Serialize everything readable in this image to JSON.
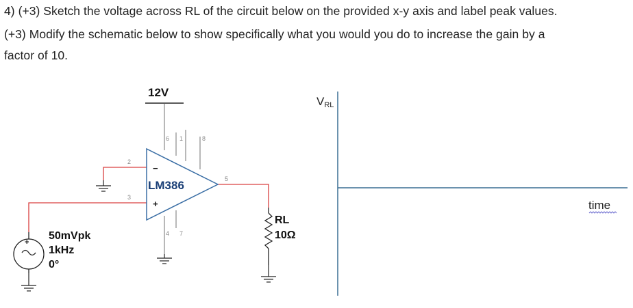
{
  "question": {
    "line1": "4) (+3) Sketch the voltage across RL of the circuit below on the provided x-y axis and label peak values.",
    "line2": "(+3) Modify the schematic below to show specifically what you would you do to increase the gain by a",
    "line3": "factor of 10."
  },
  "schematic": {
    "supply_label": "12V",
    "amp_label": "LM386",
    "minus_sign": "−",
    "plus_sign": "+",
    "pins": {
      "p2": "2",
      "p3": "3",
      "p6": "6",
      "p1": "1",
      "p8": "8",
      "p5": "5",
      "p4": "4",
      "p7": "7"
    },
    "source_amplitude": "50mVpk",
    "source_frequency": "1kHz",
    "source_phase": "0°",
    "source_plus": "+",
    "load_name": "RL",
    "load_value": "10Ω"
  },
  "axes": {
    "y_label_main": "V",
    "y_label_sub": "RL",
    "x_label": "time"
  },
  "colors": {
    "wire_red": "#d94040",
    "amp_blue": "#3a6ea5",
    "axis_blue": "#3a6e93"
  }
}
